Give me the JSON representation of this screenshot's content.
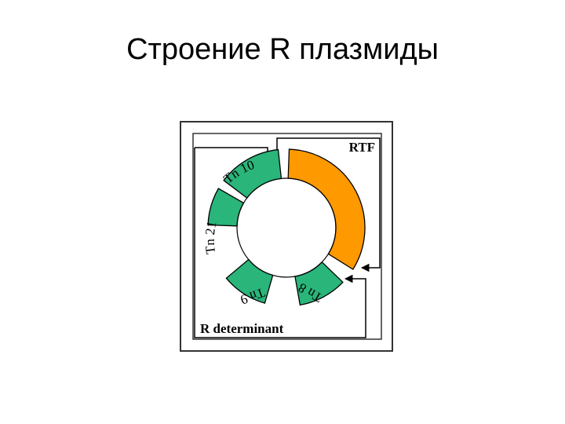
{
  "slide": {
    "title": "Строение R плазмиды"
  },
  "diagram": {
    "rtf_label": "RTF",
    "r_determinant_label": "R determinant",
    "segments": [
      {
        "id": "tn10",
        "label": "Tn 10",
        "color": "#2ab57a"
      },
      {
        "id": "tn21",
        "label": "Tn 21",
        "color": "#2ab57a"
      },
      {
        "id": "tn9",
        "label": "Tn 9",
        "color": "#2ab57a"
      },
      {
        "id": "tn8",
        "label": "Tn 8",
        "color": "#2ab57a"
      },
      {
        "id": "rtf",
        "label": "",
        "color": "#ff9900"
      }
    ],
    "colors": {
      "transposon": "#2ab57a",
      "rtf_region": "#ff9900",
      "outline": "#000000",
      "frame": "#333333"
    }
  }
}
